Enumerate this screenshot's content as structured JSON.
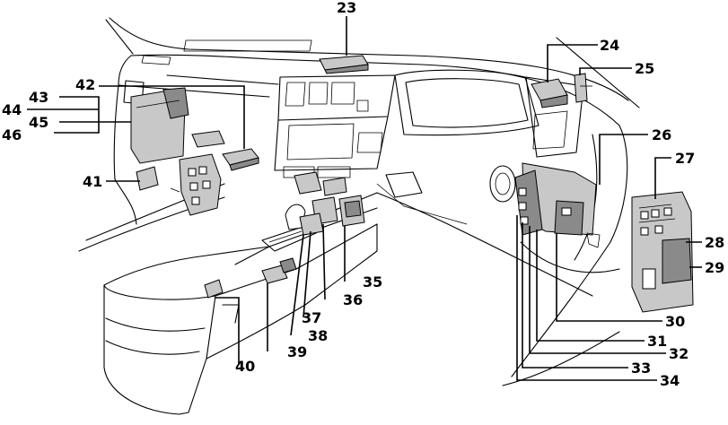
{
  "diagram": {
    "callouts": [
      "23",
      "24",
      "25",
      "26",
      "27",
      "28",
      "29",
      "30",
      "31",
      "32",
      "33",
      "34",
      "35",
      "36",
      "37",
      "38",
      "39",
      "40",
      "41",
      "42",
      "43",
      "44",
      "45",
      "46"
    ]
  }
}
